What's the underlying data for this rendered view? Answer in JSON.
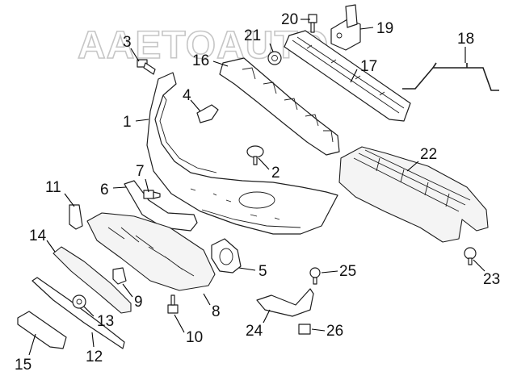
{
  "watermark": {
    "text": "AAETOAUTO"
  },
  "callouts": [
    {
      "id": "1",
      "text": "1"
    },
    {
      "id": "2",
      "text": "2"
    },
    {
      "id": "3",
      "text": "3"
    },
    {
      "id": "4",
      "text": "4"
    },
    {
      "id": "5",
      "text": "5"
    },
    {
      "id": "6",
      "text": "6"
    },
    {
      "id": "7",
      "text": "7"
    },
    {
      "id": "8",
      "text": "8"
    },
    {
      "id": "9",
      "text": "9"
    },
    {
      "id": "10",
      "text": "10"
    },
    {
      "id": "11",
      "text": "11"
    },
    {
      "id": "12",
      "text": "12"
    },
    {
      "id": "13",
      "text": "13"
    },
    {
      "id": "14",
      "text": "14"
    },
    {
      "id": "15",
      "text": "15"
    },
    {
      "id": "16",
      "text": "16"
    },
    {
      "id": "17",
      "text": "17"
    },
    {
      "id": "18",
      "text": "18"
    },
    {
      "id": "19",
      "text": "19"
    },
    {
      "id": "20",
      "text": "20"
    },
    {
      "id": "21",
      "text": "21"
    },
    {
      "id": "22",
      "text": "22"
    },
    {
      "id": "23",
      "text": "23"
    },
    {
      "id": "24",
      "text": "24"
    },
    {
      "id": "25",
      "text": "25"
    },
    {
      "id": "26",
      "text": "26"
    }
  ],
  "colors": {
    "line": "#1e1e1e",
    "background": "#ffffff",
    "watermark": "#c6c6c6"
  }
}
